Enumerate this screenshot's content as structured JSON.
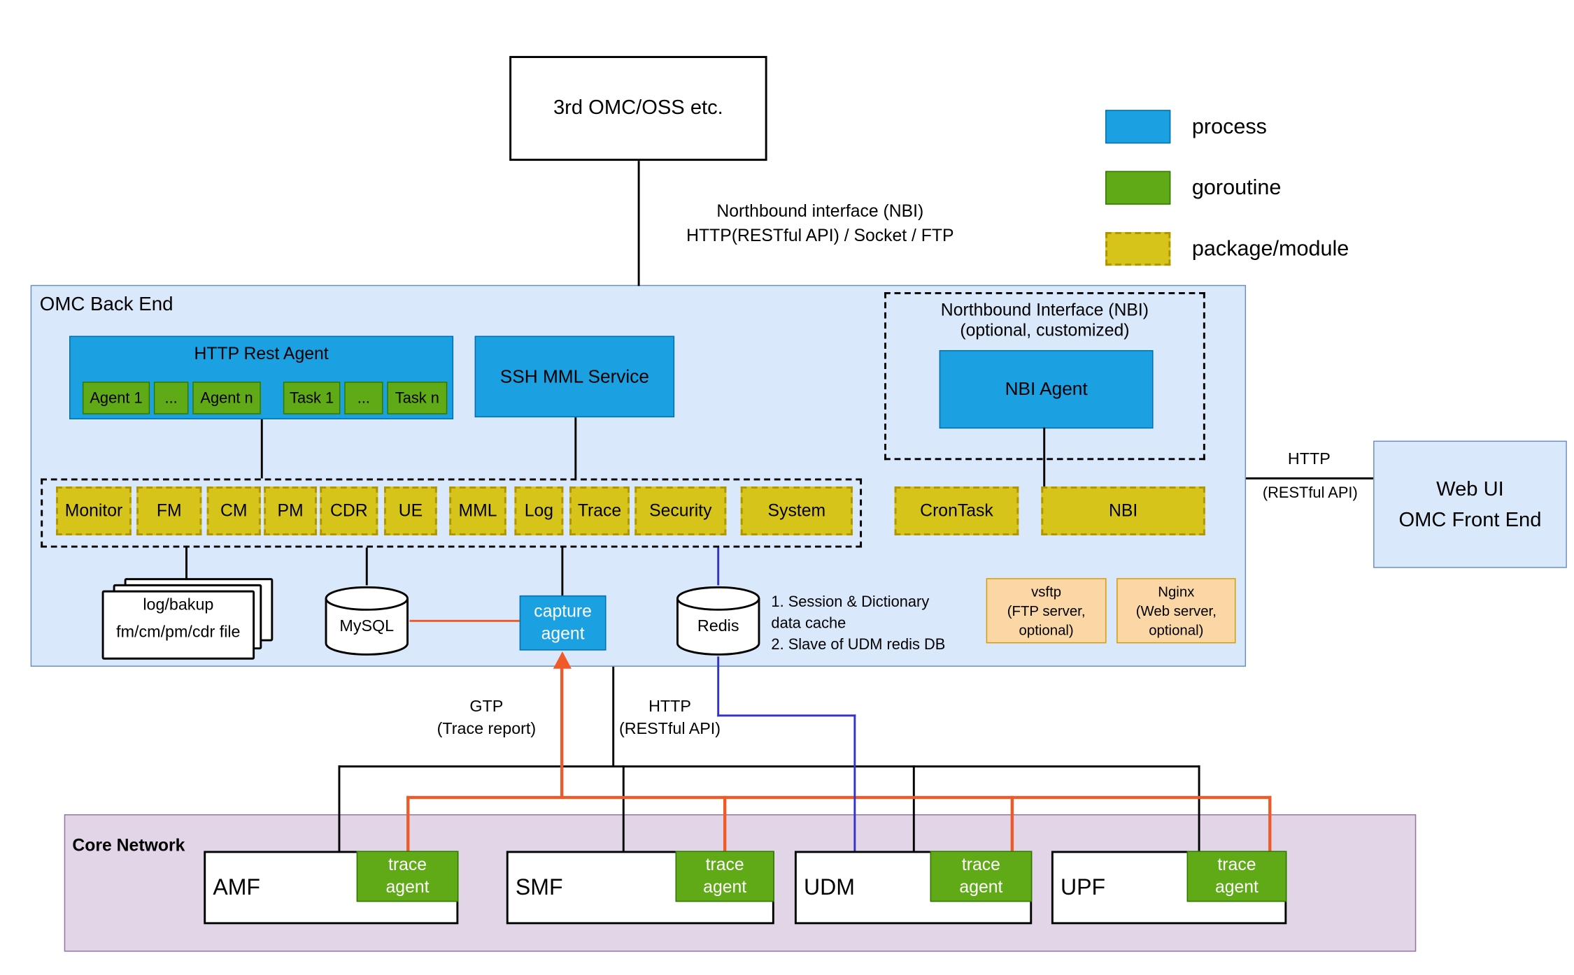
{
  "external": {
    "third_party_label": "3rd OMC/OSS etc."
  },
  "legend": {
    "process_label": "process",
    "goroutine_label": "goroutine",
    "package_label": "package/module"
  },
  "nbi_link_label": {
    "line1": "Northbound interface (NBI)",
    "line2": "HTTP(RESTful API) / Socket / FTP"
  },
  "backend": {
    "title": "OMC Back End",
    "http_rest_agent": {
      "title": "HTTP Rest Agent",
      "workers": [
        "Agent 1",
        "...",
        "Agent n",
        "Task 1",
        "...",
        "Task n"
      ]
    },
    "ssh_mml_service": "SSH MML Service",
    "nbi_box": {
      "title_line1": "Northbound Interface (NBI)",
      "title_line2": "(optional, customized)",
      "agent_label": "NBI  Agent"
    },
    "modules": [
      "Monitor",
      "FM",
      "CM",
      "PM",
      "CDR",
      "UE",
      "MML",
      "Log",
      "Trace",
      "Security",
      "System"
    ],
    "crontask_label": "CronTask",
    "nbi_module_label": "NBI",
    "log_files": {
      "line1": "log/bakup",
      "line2": "fm/cm/pm/cdr file"
    },
    "mysql_label": "MySQL",
    "capture_agent_label": "capture agent",
    "redis_label": "Redis",
    "redis_note": {
      "line1": "1. Session & Dictionary",
      "line2": "data cache",
      "line3": "2. Slave of UDM redis DB"
    },
    "vsftp": {
      "line1": "vsftp",
      "line2": "(FTP server,",
      "line3": "optional)"
    },
    "nginx": {
      "line1": "Nginx",
      "line2": "(Web server,",
      "line3": "optional)"
    }
  },
  "webui": {
    "line1": "Web UI",
    "line2": "OMC Front End"
  },
  "labels": {
    "http_right_line1": "HTTP",
    "http_right_line2": "(RESTful API)",
    "gtp_line1": "GTP",
    "gtp_line2": "(Trace report)",
    "http_south_line1": "HTTP",
    "http_south_line2": "(RESTful API)"
  },
  "core_network": {
    "title": "Core Network",
    "nodes": [
      {
        "name": "AMF",
        "agent": "trace agent"
      },
      {
        "name": "SMF",
        "agent": "trace agent"
      },
      {
        "name": "UDM",
        "agent": "trace agent"
      },
      {
        "name": "UPF",
        "agent": "trace agent"
      }
    ]
  },
  "colors": {
    "process_fill": "#1ba1e2",
    "process_stroke": "#006eaf",
    "goroutine_fill": "#60a917",
    "goroutine_stroke": "#2d7600",
    "package_fill": "#d6c41a",
    "package_stroke": "#b09500",
    "container_fill": "#dae8fc",
    "container_stroke": "#6c8ebf",
    "core_fill": "#e1d5e7",
    "core_stroke": "#9673a6",
    "optional_fill": "#fbd7a6",
    "optional_stroke": "#d79b00",
    "orange_line": "#f05a28",
    "blue_line": "#3333cc"
  }
}
